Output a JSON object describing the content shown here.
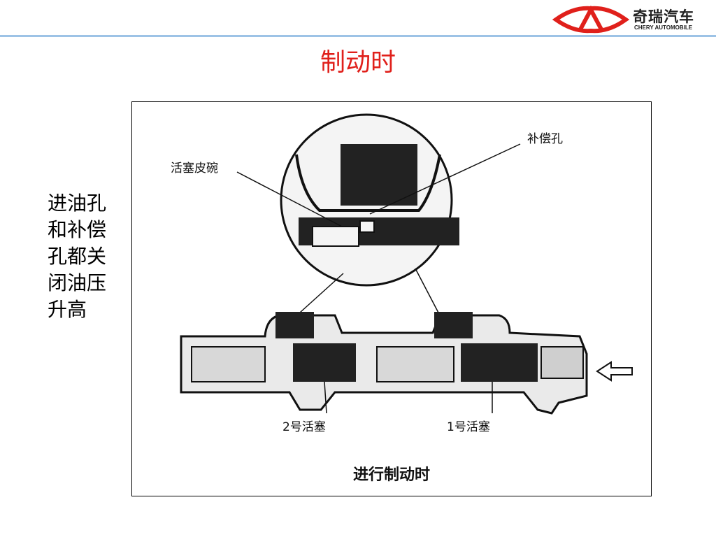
{
  "header": {
    "logo_cn": "奇瑞汽车",
    "logo_en": "CHERY AUTOMOBILE",
    "brand_color": "#e0201b"
  },
  "title": "制动时",
  "side_note": [
    "进油孔",
    "和补偿",
    "孔都关",
    "闭油压",
    "升高"
  ],
  "figure": {
    "labels": {
      "piston_cup": "活塞皮碗",
      "compensation_hole": "补偿孔",
      "piston2": "2号活塞",
      "piston1": "1号活塞"
    },
    "caption": "进行制动时"
  }
}
